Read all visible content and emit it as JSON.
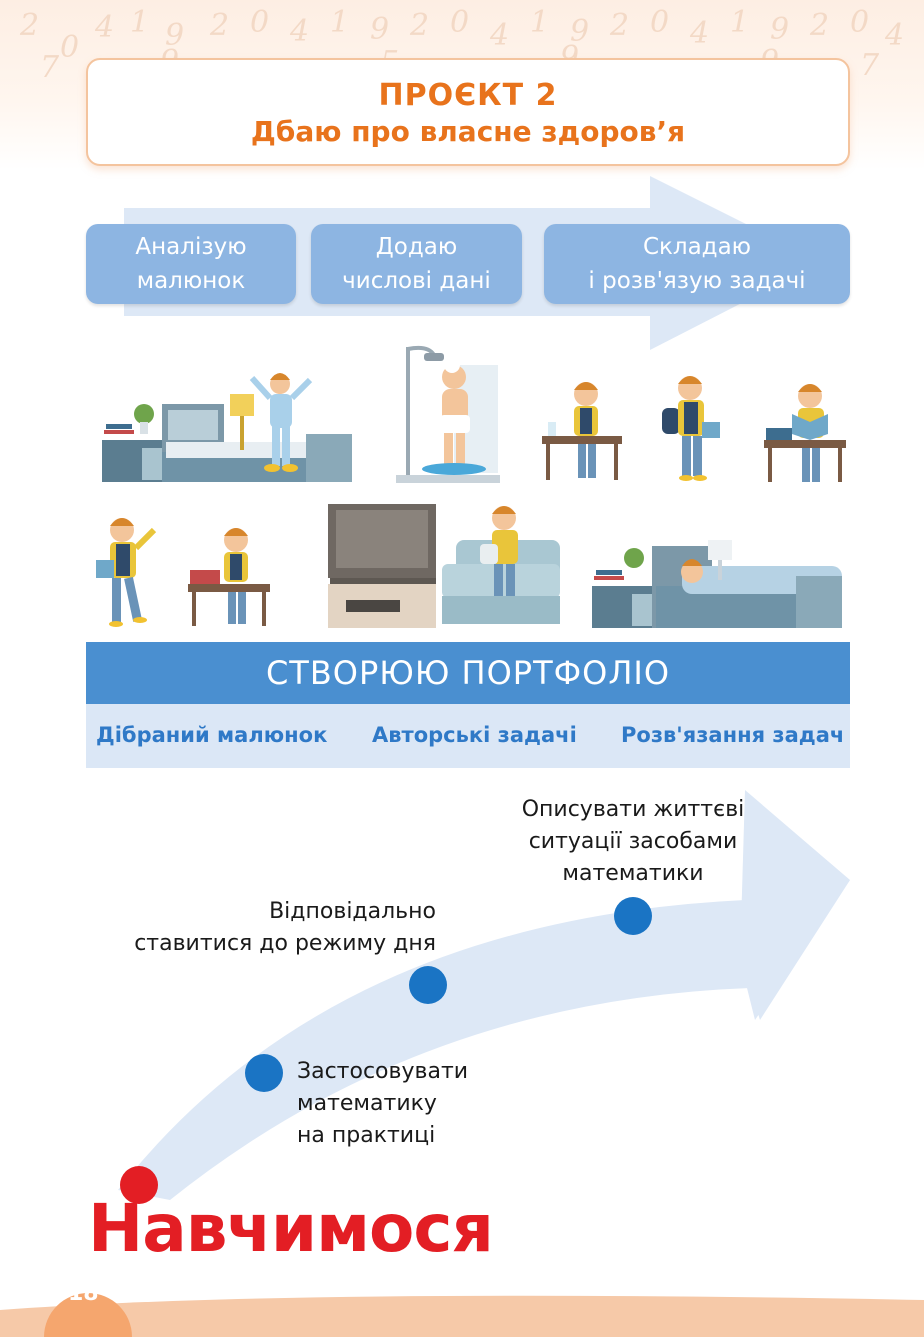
{
  "title": {
    "project": "ПРОЄКТ 2",
    "subtitle": "Дбаю про власне здоров’я"
  },
  "stages": [
    {
      "line1": "Аналізую",
      "line2": "малюнок"
    },
    {
      "line1": "Додаю",
      "line2": "числові дані"
    },
    {
      "line1": "Складаю",
      "line2": "і розв'язую задачі"
    }
  ],
  "portfolio": {
    "heading": "СТВОРЮЮ ПОРТФОЛІО",
    "items": [
      "Дібраний малюнок",
      "Авторські задачі",
      "Розв'язання задач"
    ]
  },
  "goals": {
    "goal1": [
      "Описувати життєві",
      "ситуації засобами",
      "математики"
    ],
    "goal2": [
      "Відповідально",
      "ставитися до режиму дня"
    ],
    "goal3": [
      "Застосовувати",
      "математику",
      "на практиці"
    ]
  },
  "learn_label": "Навчимося",
  "page_number": "18",
  "colors": {
    "accent_orange": "#e8731c",
    "stage_blue": "#8db5e2",
    "portfolio_blue": "#4a8fd0",
    "dot_blue": "#1a74c4",
    "learn_red": "#e31e24"
  }
}
